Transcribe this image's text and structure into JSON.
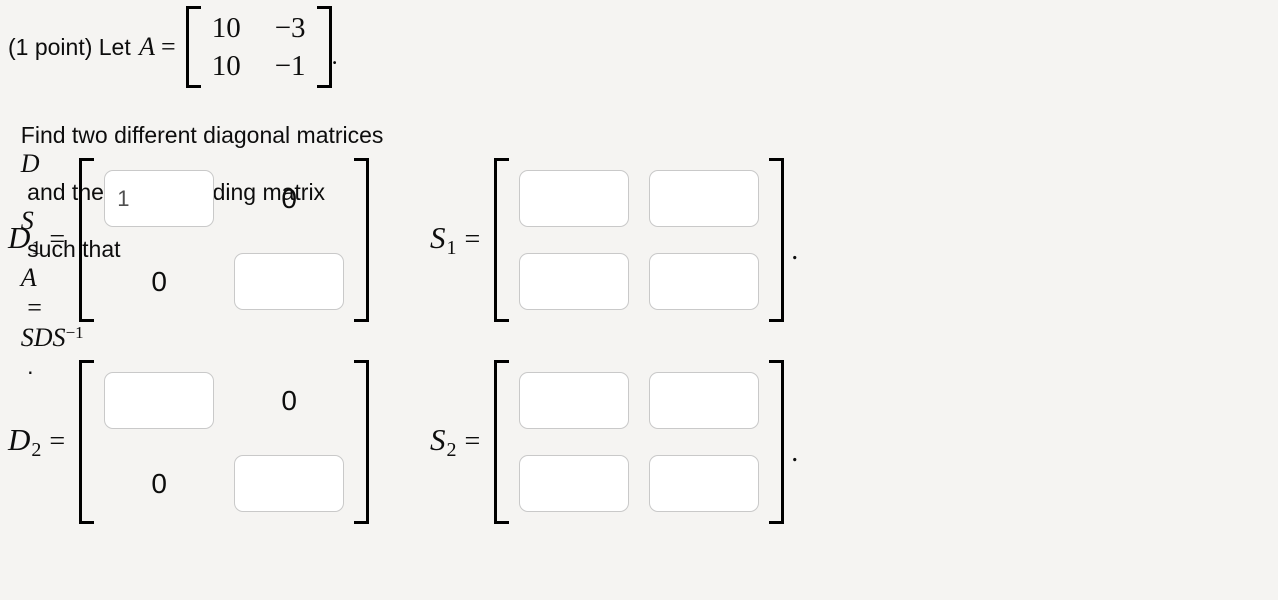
{
  "colors": {
    "background": "#f5f4f2",
    "input_border": "#c9c9c9",
    "input_text": "#4f4f4f",
    "text": "#0d0d0d"
  },
  "problem": {
    "points_prefix": "(1 point) ",
    "let_text": "Let ",
    "var_A": "A",
    "equals": "=",
    "matrix_A": {
      "a11": "10",
      "a12": "−3",
      "a21": "10",
      "a22": "−1"
    },
    "period": ".",
    "instruction": {
      "part1": "Find two different diagonal matrices ",
      "var_D": "D",
      "part2": " and the corresponding matrix ",
      "var_S": "S",
      "part3": " such that ",
      "var_A": "A",
      "eq": " = ",
      "sds": "SDS",
      "sup": "−1",
      "end": " ."
    }
  },
  "answers": {
    "d1": {
      "label": "D",
      "sub": "1",
      "eq": "=",
      "r1c1": "1",
      "r1c2": "0",
      "r2c1": "0",
      "r2c2": ""
    },
    "s1": {
      "label": "S",
      "sub": "1",
      "eq": "=",
      "r1c1": "",
      "r1c2": "",
      "r2c1": "",
      "r2c2": "",
      "period": "."
    },
    "d2": {
      "label": "D",
      "sub": "2",
      "eq": "=",
      "r1c1": "",
      "r1c2": "0",
      "r2c1": "0",
      "r2c2": ""
    },
    "s2": {
      "label": "S",
      "sub": "2",
      "eq": "=",
      "r1c1": "",
      "r1c2": "",
      "r2c1": "",
      "r2c2": "",
      "period": "."
    }
  }
}
